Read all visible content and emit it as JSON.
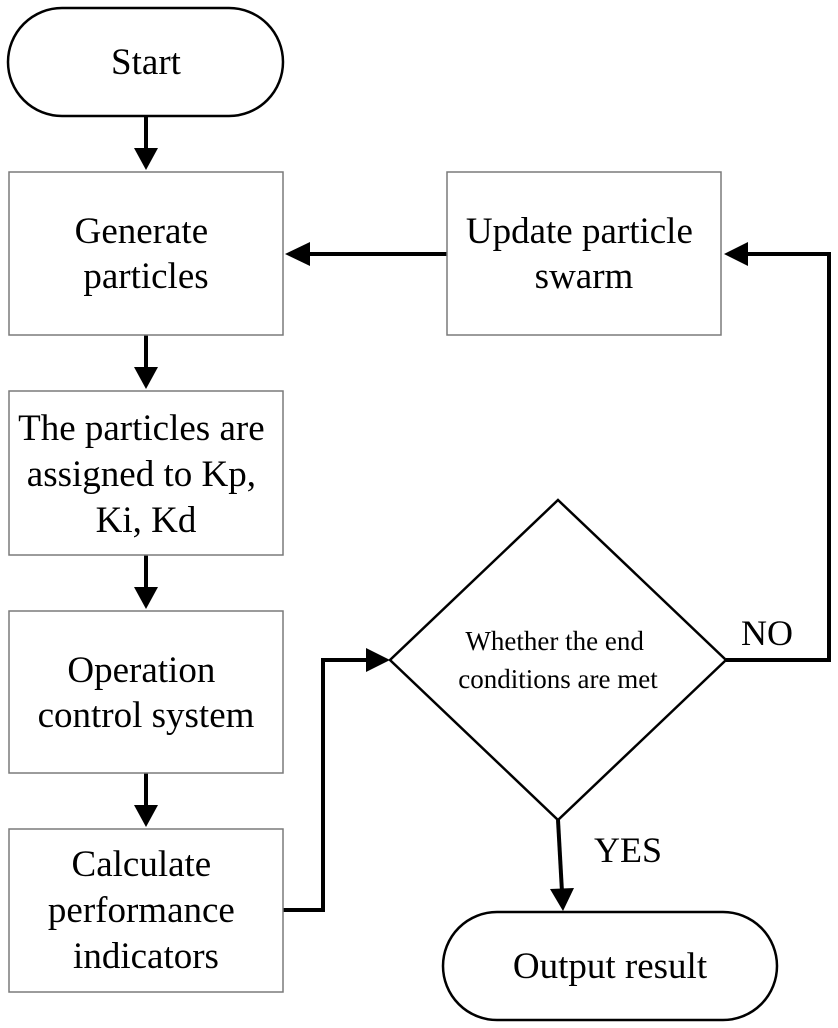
{
  "nodes": {
    "start": {
      "lines": [
        "Start"
      ]
    },
    "generate": {
      "lines": [
        "Generate",
        "particles"
      ]
    },
    "assign": {
      "lines": [
        "The particles are",
        "assigned to Kp,",
        "Ki, Kd"
      ]
    },
    "operate": {
      "lines": [
        "Operation",
        "control system"
      ]
    },
    "calculate": {
      "lines": [
        "Calculate",
        "performance",
        "indicators"
      ]
    },
    "update": {
      "lines": [
        "Update particle",
        "swarm"
      ]
    },
    "decision": {
      "lines": [
        "Whether the end",
        "conditions are met"
      ]
    },
    "output": {
      "lines": [
        "Output result"
      ]
    }
  },
  "edge_labels": {
    "no": "NO",
    "yes": "YES"
  },
  "colors": {
    "stroke": "#000000",
    "box_border": "#7a7a7a",
    "background": "#ffffff"
  }
}
